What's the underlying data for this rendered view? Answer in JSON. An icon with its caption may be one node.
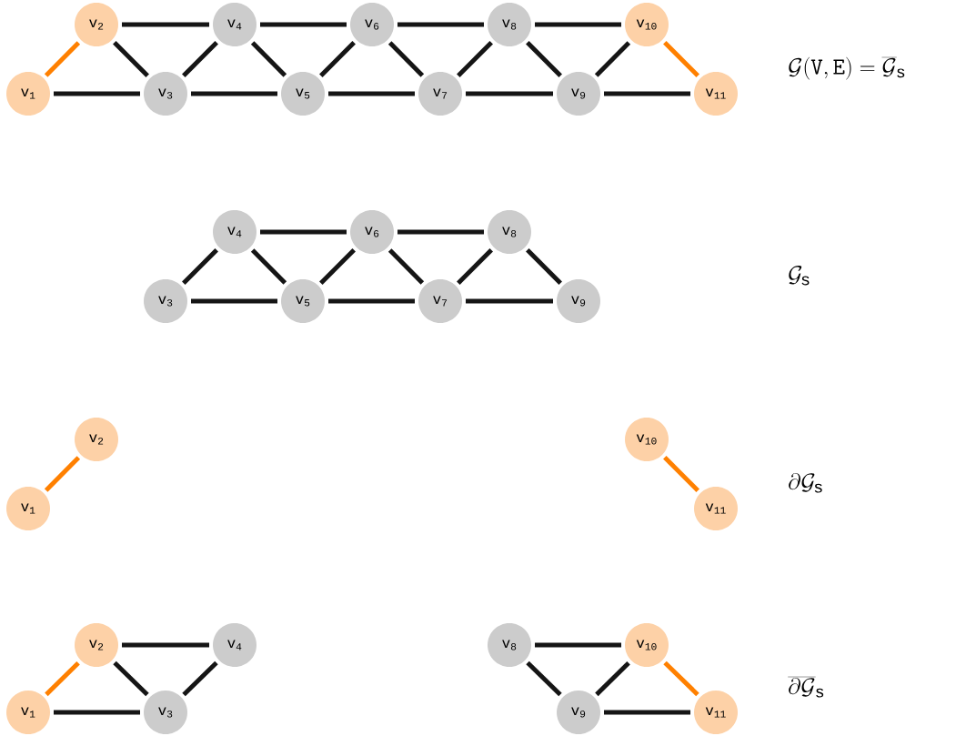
{
  "diagram": {
    "nodes": [
      {
        "text": [
          "v$_{1}$"
        ]
      },
      {
        "text": [
          "v$_{2}$"
        ]
      },
      {
        "text": [
          "v$_{3}$"
        ]
      },
      {
        "text": [
          "v$_{4}$"
        ]
      },
      {
        "text": [
          "v$_{5}$"
        ]
      },
      {
        "text": [
          "v$_{6}$"
        ]
      },
      {
        "text": [
          "v$_{7}$"
        ]
      },
      {
        "text": [
          "v$_{8}$"
        ]
      },
      {
        "text": [
          "v$_{9}$"
        ]
      },
      {
        "text": [
          "v$_{10}$"
        ]
      },
      {
        "text": [
          "v$_{11}$"
        ]
      },
      {
        "text": [
          "v$_{3}$"
        ]
      },
      {
        "text": [
          "v$_{4}$"
        ]
      },
      {
        "text": [
          "v$_{5}$"
        ]
      },
      {
        "text": [
          "v$_{6}$"
        ]
      },
      {
        "text": [
          "v$_{7}$"
        ]
      },
      {
        "text": [
          "v$_{8}$"
        ]
      },
      {
        "text": [
          "v$_{9}$"
        ]
      },
      {
        "text": [
          "v$_{1}$"
        ]
      },
      {
        "text": [
          "v$_{2}$"
        ]
      },
      {
        "text": [
          "v$_{10}$"
        ]
      },
      {
        "text": [
          "v$_{11}$"
        ]
      },
      {
        "text": [
          "v$_{1}$"
        ]
      },
      {
        "text": [
          "v$_{2}$"
        ]
      },
      {
        "text": [
          "v$_{3}$"
        ]
      },
      {
        "text": [
          "v$_{4}$"
        ]
      },
      {
        "text": [
          "v$_{8}$"
        ]
      },
      {
        "text": [
          "v$_{9}$"
        ]
      },
      {
        "text": [
          "v$_{10}$"
        ]
      },
      {
        "text": [
          "v$_{11}$"
        ]
      }
    ],
    "edges": [
      {
        "from": 0,
        "to": 1,
        "arrow": "none",
        "color": "#ff8000"
      },
      {
        "from": 0,
        "to": 2,
        "arrow": "none"
      },
      {
        "from": 1,
        "to": 2,
        "arrow": "none"
      },
      {
        "from": 1,
        "to": 3,
        "arrow": "none"
      },
      {
        "from": 2,
        "to": 3,
        "arrow": "none"
      },
      {
        "from": 2,
        "to": 4,
        "arrow": "none"
      },
      {
        "from": 3,
        "to": 4,
        "arrow": "none"
      },
      {
        "from": 3,
        "to": 5,
        "arrow": "none"
      },
      {
        "from": 4,
        "to": 5,
        "arrow": "none"
      },
      {
        "from": 4,
        "to": 6,
        "arrow": "none"
      },
      {
        "from": 5,
        "to": 6,
        "arrow": "none"
      },
      {
        "from": 5,
        "to": 7,
        "arrow": "none"
      },
      {
        "from": 6,
        "to": 7,
        "arrow": "none"
      },
      {
        "from": 6,
        "to": 8,
        "arrow": "none"
      },
      {
        "from": 7,
        "to": 8,
        "arrow": "none"
      },
      {
        "from": 7,
        "to": 9,
        "arrow": "none"
      },
      {
        "from": 8,
        "to": 9,
        "arrow": "none"
      },
      {
        "from": 8,
        "to": 10,
        "arrow": "none"
      },
      {
        "from": 9,
        "to": 10,
        "arrow": "none",
        "color": "#ff8000"
      },
      {
        "from": 11,
        "to": 12,
        "arrow": "none"
      },
      {
        "from": 11,
        "to": 13,
        "arrow": "none"
      },
      {
        "from": 12,
        "to": 13,
        "arrow": "none"
      },
      {
        "from": 12,
        "to": 14,
        "arrow": "none"
      },
      {
        "from": 13,
        "to": 14,
        "arrow": "none"
      },
      {
        "from": 13,
        "to": 15,
        "arrow": "none"
      },
      {
        "from": 14,
        "to": 15,
        "arrow": "none"
      },
      {
        "from": 14,
        "to": 16,
        "arrow": "none"
      },
      {
        "from": 15,
        "to": 16,
        "arrow": "none"
      },
      {
        "from": 15,
        "to": 17,
        "arrow": "none"
      },
      {
        "from": 16,
        "to": 17,
        "arrow": "none"
      },
      {
        "from": 18,
        "to": 19,
        "arrow": "none",
        "color": "#ff8000"
      },
      {
        "from": 20,
        "to": 21,
        "arrow": "none",
        "color": "#ff8000"
      },
      {
        "from": 22,
        "to": 23,
        "arrow": "none",
        "color": "#ff8000"
      },
      {
        "from": 22,
        "to": 24,
        "arrow": "none"
      },
      {
        "from": 23,
        "to": 24,
        "arrow": "none"
      },
      {
        "from": 23,
        "to": 25,
        "arrow": "none"
      },
      {
        "from": 24,
        "to": 25,
        "arrow": "none"
      },
      {
        "from": 26,
        "to": 27,
        "arrow": "none"
      },
      {
        "from": 26,
        "to": 28,
        "arrow": "none"
      },
      {
        "from": 27,
        "to": 28,
        "arrow": "none"
      },
      {
        "from": 27,
        "to": 29,
        "arrow": "none"
      },
      {
        "from": 28,
        "to": 29,
        "arrow": "none",
        "color": "#ff8000"
      }
    ],
    "labels": [
      "\\mathcal{G}(\\mathtt{V},\\mathtt{E}) = \\overline{\\mathcal{G}}_{\\mathrm{s}}",
      "\\mathcal{G}_{\\mathrm{s}}",
      "\\partial\\mathcal{G}_{\\mathrm{s}}",
      "\\overline{\\partial\\mathcal{G}}_{\\mathrm{s}}"
    ]
  }
}
